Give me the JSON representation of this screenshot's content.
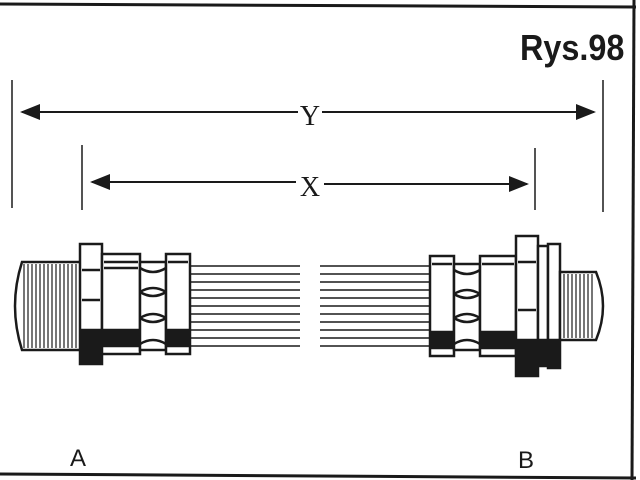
{
  "figure": {
    "title": "Rys.98",
    "dimension_overall": "Y",
    "dimension_inner": "X",
    "end_a": "A",
    "end_b": "B"
  },
  "colors": {
    "ink": "#1a1a1a",
    "paper": "#ffffff"
  }
}
